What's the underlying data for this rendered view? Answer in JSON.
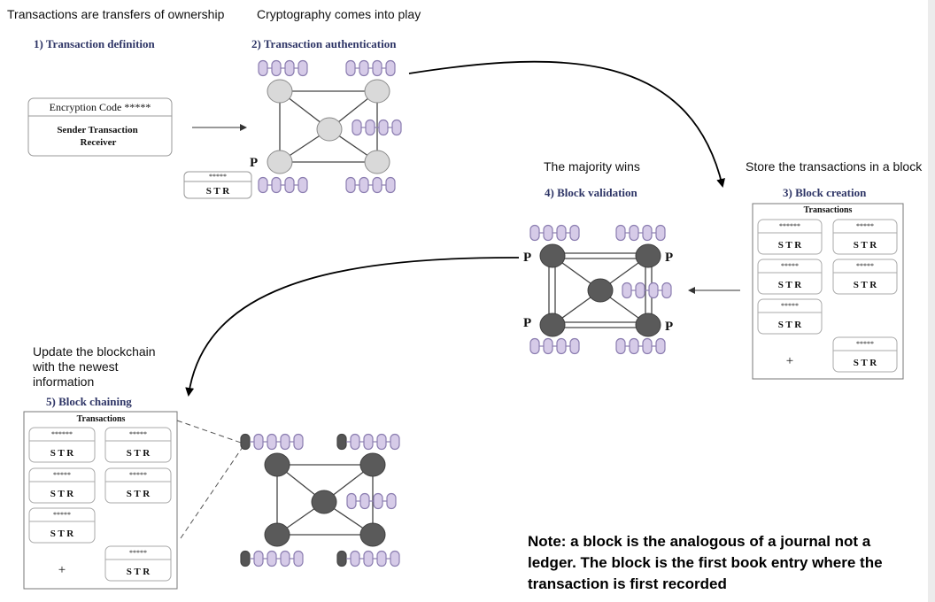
{
  "captions": {
    "top_left": "Transactions are transfers of ownership",
    "top_center": "Cryptography comes into play",
    "majority": "The majority wins",
    "store": "Store the transactions in a block",
    "update_1": "Update the blockchain",
    "update_2": "with the newest",
    "update_3": "information"
  },
  "steps": {
    "s1": "1) Transaction definition",
    "s2": "2) Transaction authentication",
    "s3": "3) Block creation",
    "s4": "4) Block validation",
    "s5": "5) Block chaining"
  },
  "transaction_card": {
    "header": "Encryption Code *****",
    "line1": "Sender  Transaction",
    "line2": "Receiver"
  },
  "node_labels": {
    "p": "P"
  },
  "block": {
    "title": "Transactions",
    "code_6": "******",
    "code_5": "*****",
    "str": "S T R",
    "plus": "+"
  },
  "note": {
    "line1": "Note: a block is the analogous of a journal not a",
    "line2": "ledger. The block is the first book entry where the",
    "line3": "transaction is first recorded"
  },
  "colors": {
    "step_title": "#2e3566",
    "chain_fill": "#d6cbe8",
    "chain_stroke": "#8b7db0",
    "node_light": "#d9d9d9",
    "node_dark": "#5a5a5a"
  }
}
